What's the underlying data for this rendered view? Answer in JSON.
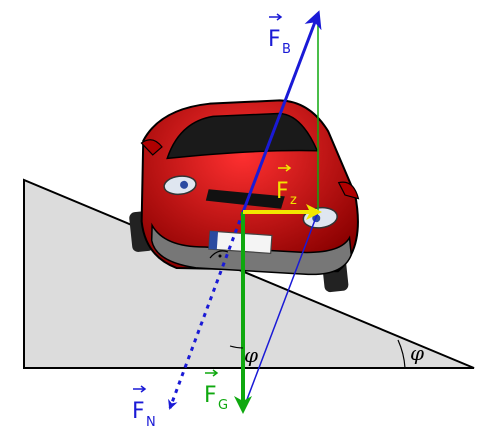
{
  "labels": {
    "fb": {
      "main": "F",
      "sub": "B"
    },
    "fz": {
      "main": "F",
      "sub": "z"
    },
    "fn": {
      "main": "F",
      "sub": "N"
    },
    "fg": {
      "main": "F",
      "sub": "G"
    },
    "angle_right": "φ",
    "angle_lower": "φ"
  },
  "colors": {
    "fb": "#1a1ad6",
    "fz": "#f2e600",
    "fg": "#0fa80f",
    "fn": "#1a1ad6",
    "ramp_fill": "#dcdcdc",
    "car_body": "#c40000"
  }
}
